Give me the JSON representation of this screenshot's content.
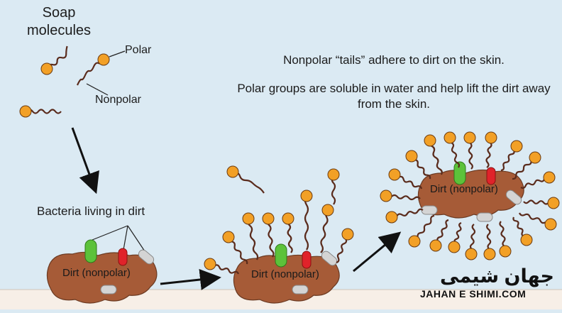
{
  "labels": {
    "title": "Soap\nmolecules",
    "polar": "Polar",
    "nonpolar": "Nonpolar",
    "bacteria": "Bacteria living in dirt",
    "note_tails": "Nonpolar “tails” adhere to dirt on the skin.",
    "note_polar": "Polar groups are soluble in water and help lift the dirt away from the skin.",
    "dirt_1": "Dirt (nonpolar)",
    "dirt_2": "Dirt (nonpolar)",
    "dirt_3": "Dirt (nonpolar)"
  },
  "watermark": {
    "persian": "جهان شیمی",
    "latin": "JAHAN E SHIMI.COM"
  },
  "colors": {
    "background": "#dbeaf3",
    "polar_head": "#f2a026",
    "tail": "#5a2b1c",
    "dirt": "#a65b37",
    "bacteria_green": "#5cc23a",
    "bacteria_red": "#e0232a",
    "bacteria_gray": "#d4d4d4"
  }
}
